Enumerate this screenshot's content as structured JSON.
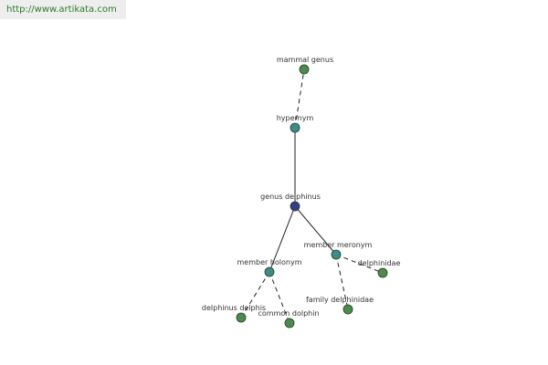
{
  "site_url": "http://www.artikata.com",
  "colors": {
    "leaf": "#4e8a4e",
    "relation": "#3f8a8a",
    "root": "#3a3a8c"
  },
  "nodes": {
    "mammal_genus": "mammal genus",
    "hypernym": "hypernym",
    "genus_delphinus": "genus delphinus",
    "member_meronym": "member meronym",
    "delphinidae": "delphinidae",
    "member_holonym": "member holonym",
    "family_delphinidae": "family delphinidae",
    "delphinus_delphis": "delphinus delphis",
    "common_dolphin": "common dolphin"
  }
}
